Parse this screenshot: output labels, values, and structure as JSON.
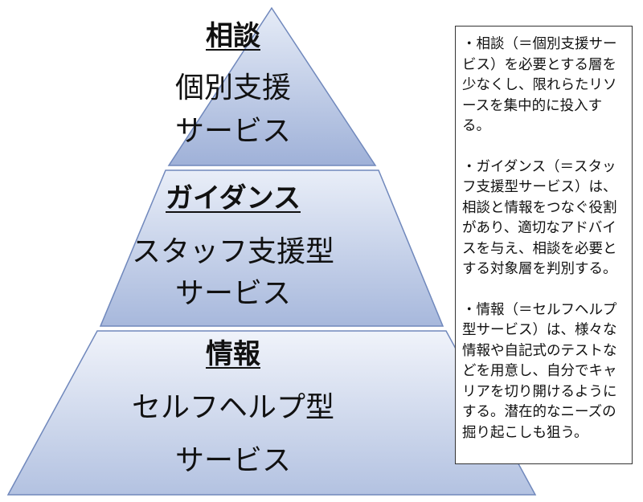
{
  "pyramid": {
    "tiers": [
      {
        "heading": "相談",
        "lines": [
          "個別支援",
          "サービス"
        ],
        "fill": "#a9b9da"
      },
      {
        "heading": "ガイダンス",
        "lines": [
          "スタッフ支援型",
          "サービス"
        ],
        "fill": "#c4d0e8"
      },
      {
        "heading": "情報",
        "lines": [
          "セルフヘルプ型",
          "サービス"
        ],
        "fill": "#d9e1f1"
      }
    ],
    "edge_color": "#7088bc"
  },
  "notes": [
    "・相談（＝個別支援サービス）を必要とする層を少なくし、限れらたリソースを集中的に投入する。",
    "・ガイダンス（＝スタッフ支援型サービス）は、相談と情報をつなぐ役割があり、適切なアドバイスを与え、相談を必要とする対象層を判別する。",
    "・情報（＝セルフヘルプ型サービス）は、様々な情報や自記式のテストなどを用意し、自分でキャリアを切り開けるようにする。潜在的なニーズの掘り起こしも狙う。"
  ]
}
